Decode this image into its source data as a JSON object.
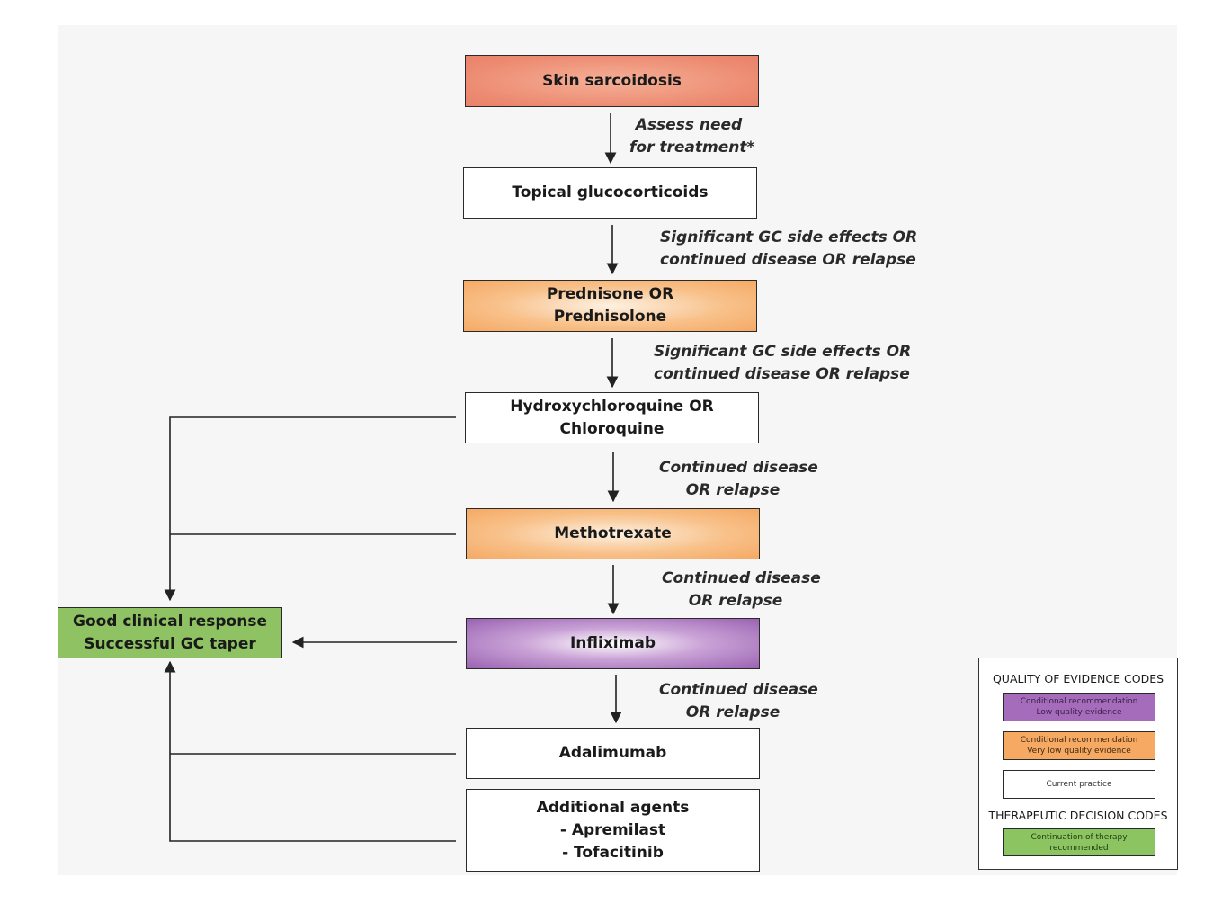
{
  "nodes": {
    "skin": "Skin sarcoidosis",
    "topical": "Topical glucocorticoids",
    "prednisone": [
      "Prednisone OR",
      "Prednisolone"
    ],
    "hydroxy": [
      "Hydroxychloroquine OR",
      "Chloroquine"
    ],
    "methotrexate": "Methotrexate",
    "infliximab": "Infliximab",
    "adalimumab": "Adalimumab",
    "additional": [
      "Additional agents",
      "- Apremilast",
      "- Tofacitinib"
    ],
    "good": [
      "Good clinical response",
      "Successful GC taper"
    ]
  },
  "edge_labels": {
    "assess": [
      "Assess need",
      "for treatment*"
    ],
    "gc1": [
      "Significant GC side effects OR",
      "continued disease OR relapse"
    ],
    "gc2": [
      "Significant GC side effects OR",
      "continued disease OR relapse"
    ],
    "cont1": [
      "Continued disease",
      "OR relapse"
    ],
    "cont2": [
      "Continued disease",
      "OR relapse"
    ],
    "cont3": [
      "Continued disease",
      "OR relapse"
    ]
  },
  "legend": {
    "quality_title": "QUALITY OF EVIDENCE CODES",
    "purple": [
      "Conditional recommendation",
      "Low quality evidence"
    ],
    "orange": [
      "Conditional recommendation",
      "Very low quality evidence"
    ],
    "white": "Current practice",
    "decision_title": "THERAPEUTIC DECISION CODES",
    "green": [
      "Continuation of therapy",
      "recommended"
    ]
  },
  "colors": {
    "salmon": "#ec8a70",
    "orange": "#f5a964",
    "purple": "#9a62b2",
    "green": "#8ec262",
    "line": "#222222"
  }
}
